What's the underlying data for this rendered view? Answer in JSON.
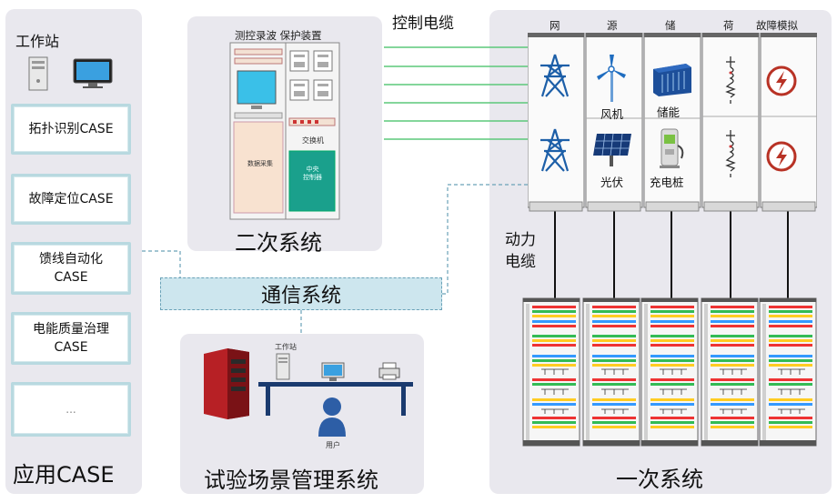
{
  "left_panel": {
    "workstation_label": "工作站",
    "cases": [
      "拓扑识别CASE",
      "故障定位CASE",
      "馈线自动化\nCASE",
      "电能质量治理\nCASE",
      "..."
    ],
    "footer": "应用CASE"
  },
  "secondary_system": {
    "cabinet_title": "测控录波 保护装置",
    "data_box_label": "数据采集",
    "switch_label": "交换机",
    "controller_label": "中央\n控制器",
    "footer": "二次系统"
  },
  "control_cable_label": "控制电缆",
  "comm_system_label": "通信系统",
  "test_mgmt": {
    "workstation_label": "工作站",
    "user_label": "用户",
    "footer": "试验场景管理系统"
  },
  "primary_system": {
    "headers": [
      "网",
      "源",
      "储",
      "荷",
      "故障模拟"
    ],
    "cells": {
      "wind": "风机",
      "pv": "光伏",
      "storage": "储能",
      "charger": "充电桩"
    },
    "power_cable_label": "动力\n电缆",
    "footer": "一次系统"
  },
  "colors": {
    "panel_bg": "#e9e8ee",
    "control_cable": "#5cc87a",
    "dashed_link": "#6aa2b8",
    "case_border": "#b8d9e0",
    "comm_fill": "#cde6ee"
  },
  "icons": [
    "desktop-tower-icon",
    "monitor-icon",
    "transmission-tower-icon",
    "wind-turbine-icon",
    "solar-panel-icon",
    "battery-storage-icon",
    "ev-charger-icon",
    "load-icon",
    "fault-icon",
    "server-icon",
    "printer-icon",
    "user-icon"
  ]
}
